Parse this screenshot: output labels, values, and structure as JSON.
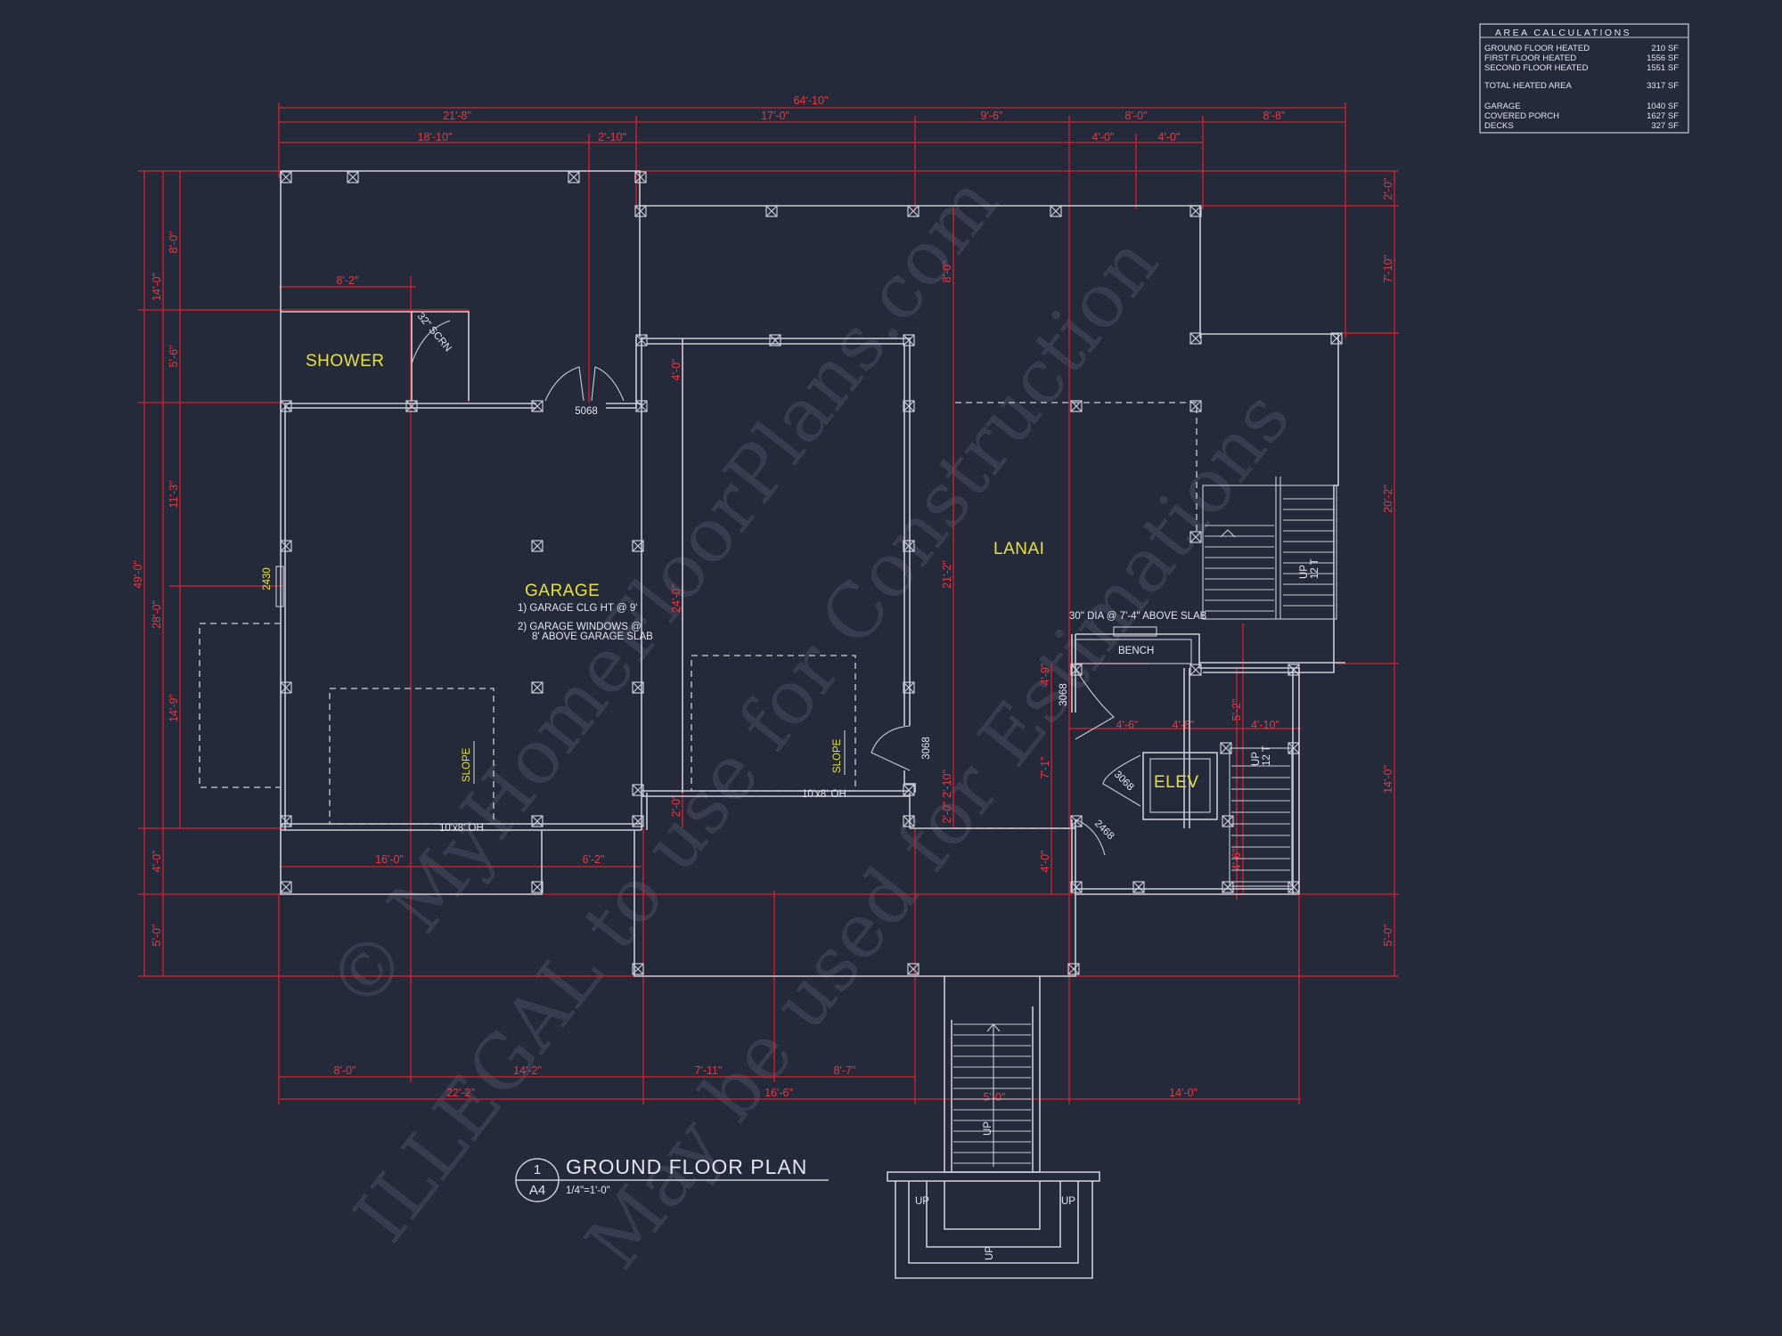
{
  "area_table": {
    "title": "AREA CALCULATIONS",
    "rows": [
      {
        "label": "GROUND FLOOR HEATED",
        "value": "210 SF"
      },
      {
        "label": "FIRST FLOOR HEATED",
        "value": "1556 SF"
      },
      {
        "label": "SECOND FLOOR HEATED",
        "value": "1551 SF"
      },
      {
        "label": "TOTAL HEATED AREA",
        "value": "3317 SF"
      },
      {
        "label": "GARAGE",
        "value": "1040 SF"
      },
      {
        "label": "COVERED PORCH",
        "value": "1627 SF"
      },
      {
        "label": "DECKS",
        "value": "327 SF"
      }
    ]
  },
  "rooms": {
    "shower": "SHOWER",
    "garage": "GARAGE",
    "lanai": "LANAI",
    "elev": "ELEV",
    "bench": "BENCH"
  },
  "notes": {
    "garage_1": "1) GARAGE CLG HT @ 9'",
    "garage_2a": "2) GARAGE WINDOWS @",
    "garage_2b": "8' ABOVE GARAGE SLAB",
    "lanai_note": "30\" DIA @ 7'-4\" ABOVE SLAB",
    "door_5068": "5068",
    "door_2430": "2430",
    "door_3068a": "3068",
    "door_3068b": "3068",
    "door_3068c": "3068",
    "door_2468": "2468",
    "oh1": "10'x8' OH",
    "oh2": "10'x8' OH",
    "slope": "SLOPE",
    "scrn": "32\" SCRN",
    "up": "UP",
    "stair_12t": "12 T"
  },
  "title_block": {
    "sheet_num": "1",
    "sheet_ref": "A4",
    "title": "GROUND FLOOR PLAN",
    "scale": "1/4\"=1'-0\""
  },
  "watermark": {
    "line1": "© MyHomeFloorPlans.com",
    "line2": "ILLEGAL to use for Construction",
    "line3": "May be used for Estimations"
  },
  "dimensions": {
    "top_overall": "64'-10\"",
    "top_a": "21'-8\"",
    "top_b": "17'-0\"",
    "top_c": "9'-6\"",
    "top_d": "8'-0\"",
    "top_e": "8'-8\"",
    "top2_a": "18'-10\"",
    "top2_b": "2'-10\"",
    "top2_c": "4'-0\"",
    "top2_d": "4'-0\"",
    "shower_w": "8'-2\"",
    "left_overall": "49'-0\"",
    "left_a": "14'-0\"",
    "left_b": "28'-0\"",
    "left_c": "4'-0\"",
    "left_d": "5'-0\"",
    "left2_a": "8'-0\"",
    "left2_b": "5'-6\"",
    "left2_c": "11'-3\"",
    "left2_d": "14'-9\"",
    "right_a": "2'-0\"",
    "right_b": "7'-10\"",
    "right_c": "20'-2\"",
    "right_d": "14'-0\"",
    "right_e": "5'-0\"",
    "mid_v1": "8'-0\"",
    "mid_v2": "21'-2\"",
    "mid_v3": "2'-10\"",
    "mid_v4": "2'-0\"",
    "mid_v5": "4'-0\"",
    "mid_v6": "24'-0\"",
    "mid_v7": "2'-0\"",
    "bot_a": "22'-2\"",
    "bot_b": "16'-6\"",
    "bot_c": "14'-0\"",
    "bot2_a": "8'-0\"",
    "bot2_b": "14'-2\"",
    "bot2_c": "7'-11\"",
    "bot2_d": "8'-7\"",
    "patio_a": "16'-0\"",
    "patio_b": "6'-2\"",
    "elev_a": "4'-6\"",
    "elev_b": "4'-8\"",
    "elev_c": "4'-10\"",
    "elev_v1": "4'-9\"",
    "elev_v2": "7'-1\"",
    "elev_v3": "4'-0\"",
    "elev_v4": "4'-6\"",
    "elev_v5": "5'-2\"",
    "stair_w": "5'-0\""
  }
}
